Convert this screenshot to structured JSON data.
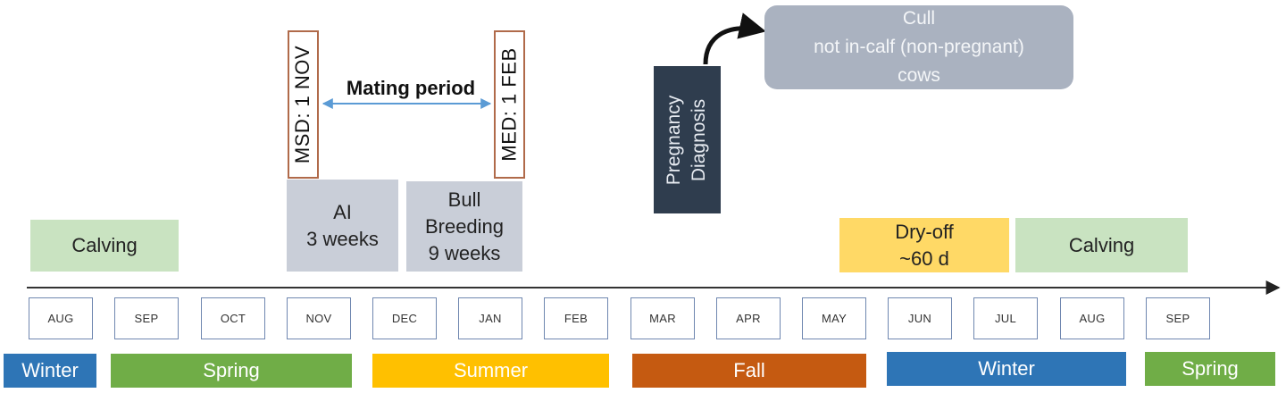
{
  "markers": {
    "msd": "MSD: 1 NOV",
    "med": "MED: 1 FEB"
  },
  "mating_period": "Mating period",
  "ai": {
    "line1": "AI",
    "line2": "3 weeks"
  },
  "bull": {
    "line1": "Bull",
    "line2": "Breeding",
    "line3": "9 weeks"
  },
  "pregnancy": {
    "line1": "Pregnancy",
    "line2": "Diagnosis"
  },
  "cull": {
    "line1": "Cull",
    "line2": "not in-calf (non-pregnant)",
    "line3": "cows"
  },
  "calving_1": "Calving",
  "calving_2": "Calving",
  "dryoff": {
    "line1": "Dry-off",
    "line2": "~60 d"
  },
  "months": [
    "AUG",
    "SEP",
    "OCT",
    "NOV",
    "DEC",
    "JAN",
    "FEB",
    "MAR",
    "APR",
    "MAY",
    "JUN",
    "JUL",
    "AUG",
    "SEP"
  ],
  "seasons": {
    "winter_1": "Winter",
    "spring_1": "Spring",
    "summer": "Summer",
    "fall": "Fall",
    "winter_2": "Winter",
    "spring_2": "Spring"
  },
  "colors": {
    "winter": "#2e75b6",
    "spring": "#70ad47",
    "summer": "#ffc000",
    "fall": "#c55a11",
    "calving": "#c9e3c1",
    "dryoff": "#ffd966",
    "grey_box": "#c9ced8",
    "pregnancy": "#2f3d4e",
    "cull": "#aab2c0"
  }
}
